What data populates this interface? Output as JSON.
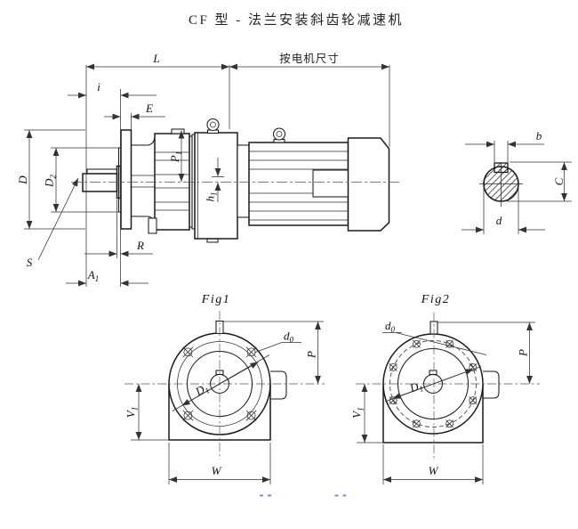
{
  "title": "CF 型 - 法兰安装斜齿轮减速机",
  "colors": {
    "ink": "#1a1a1a",
    "dim_line": "#333333",
    "centerline": "#555555",
    "artifact_purple": "#8673e8"
  },
  "main_view": {
    "dim_L": "L",
    "dim_motor": "按电机尺寸",
    "dim_i": "i",
    "dim_E": "E",
    "dim_D": "D",
    "dim_D2": {
      "base": "D",
      "sub": "2"
    },
    "dim_S": "S",
    "dim_P1": {
      "base": "P",
      "sub": "1"
    },
    "dim_h1": {
      "base": "h",
      "sub": "1"
    },
    "dim_R": "R",
    "dim_A1": {
      "base": "A",
      "sub": "1"
    }
  },
  "section": {
    "dim_b": "b",
    "dim_C": "C",
    "dim_d": "d"
  },
  "fig1": {
    "caption": "Fig1",
    "dim_d0": {
      "base": "d",
      "sub": "0"
    },
    "dim_P": "P",
    "dim_D1": {
      "base": "D",
      "sub": "1"
    },
    "dim_V1": {
      "base": "V",
      "sub": "1"
    },
    "dim_W": "W"
  },
  "fig2": {
    "caption": "Fig2",
    "dim_d0": {
      "base": "d",
      "sub": "0"
    },
    "dim_P": "P",
    "dim_D1": {
      "base": "D",
      "sub": "1"
    },
    "dim_V1": {
      "base": "V",
      "sub": "1"
    },
    "dim_W": "W"
  }
}
